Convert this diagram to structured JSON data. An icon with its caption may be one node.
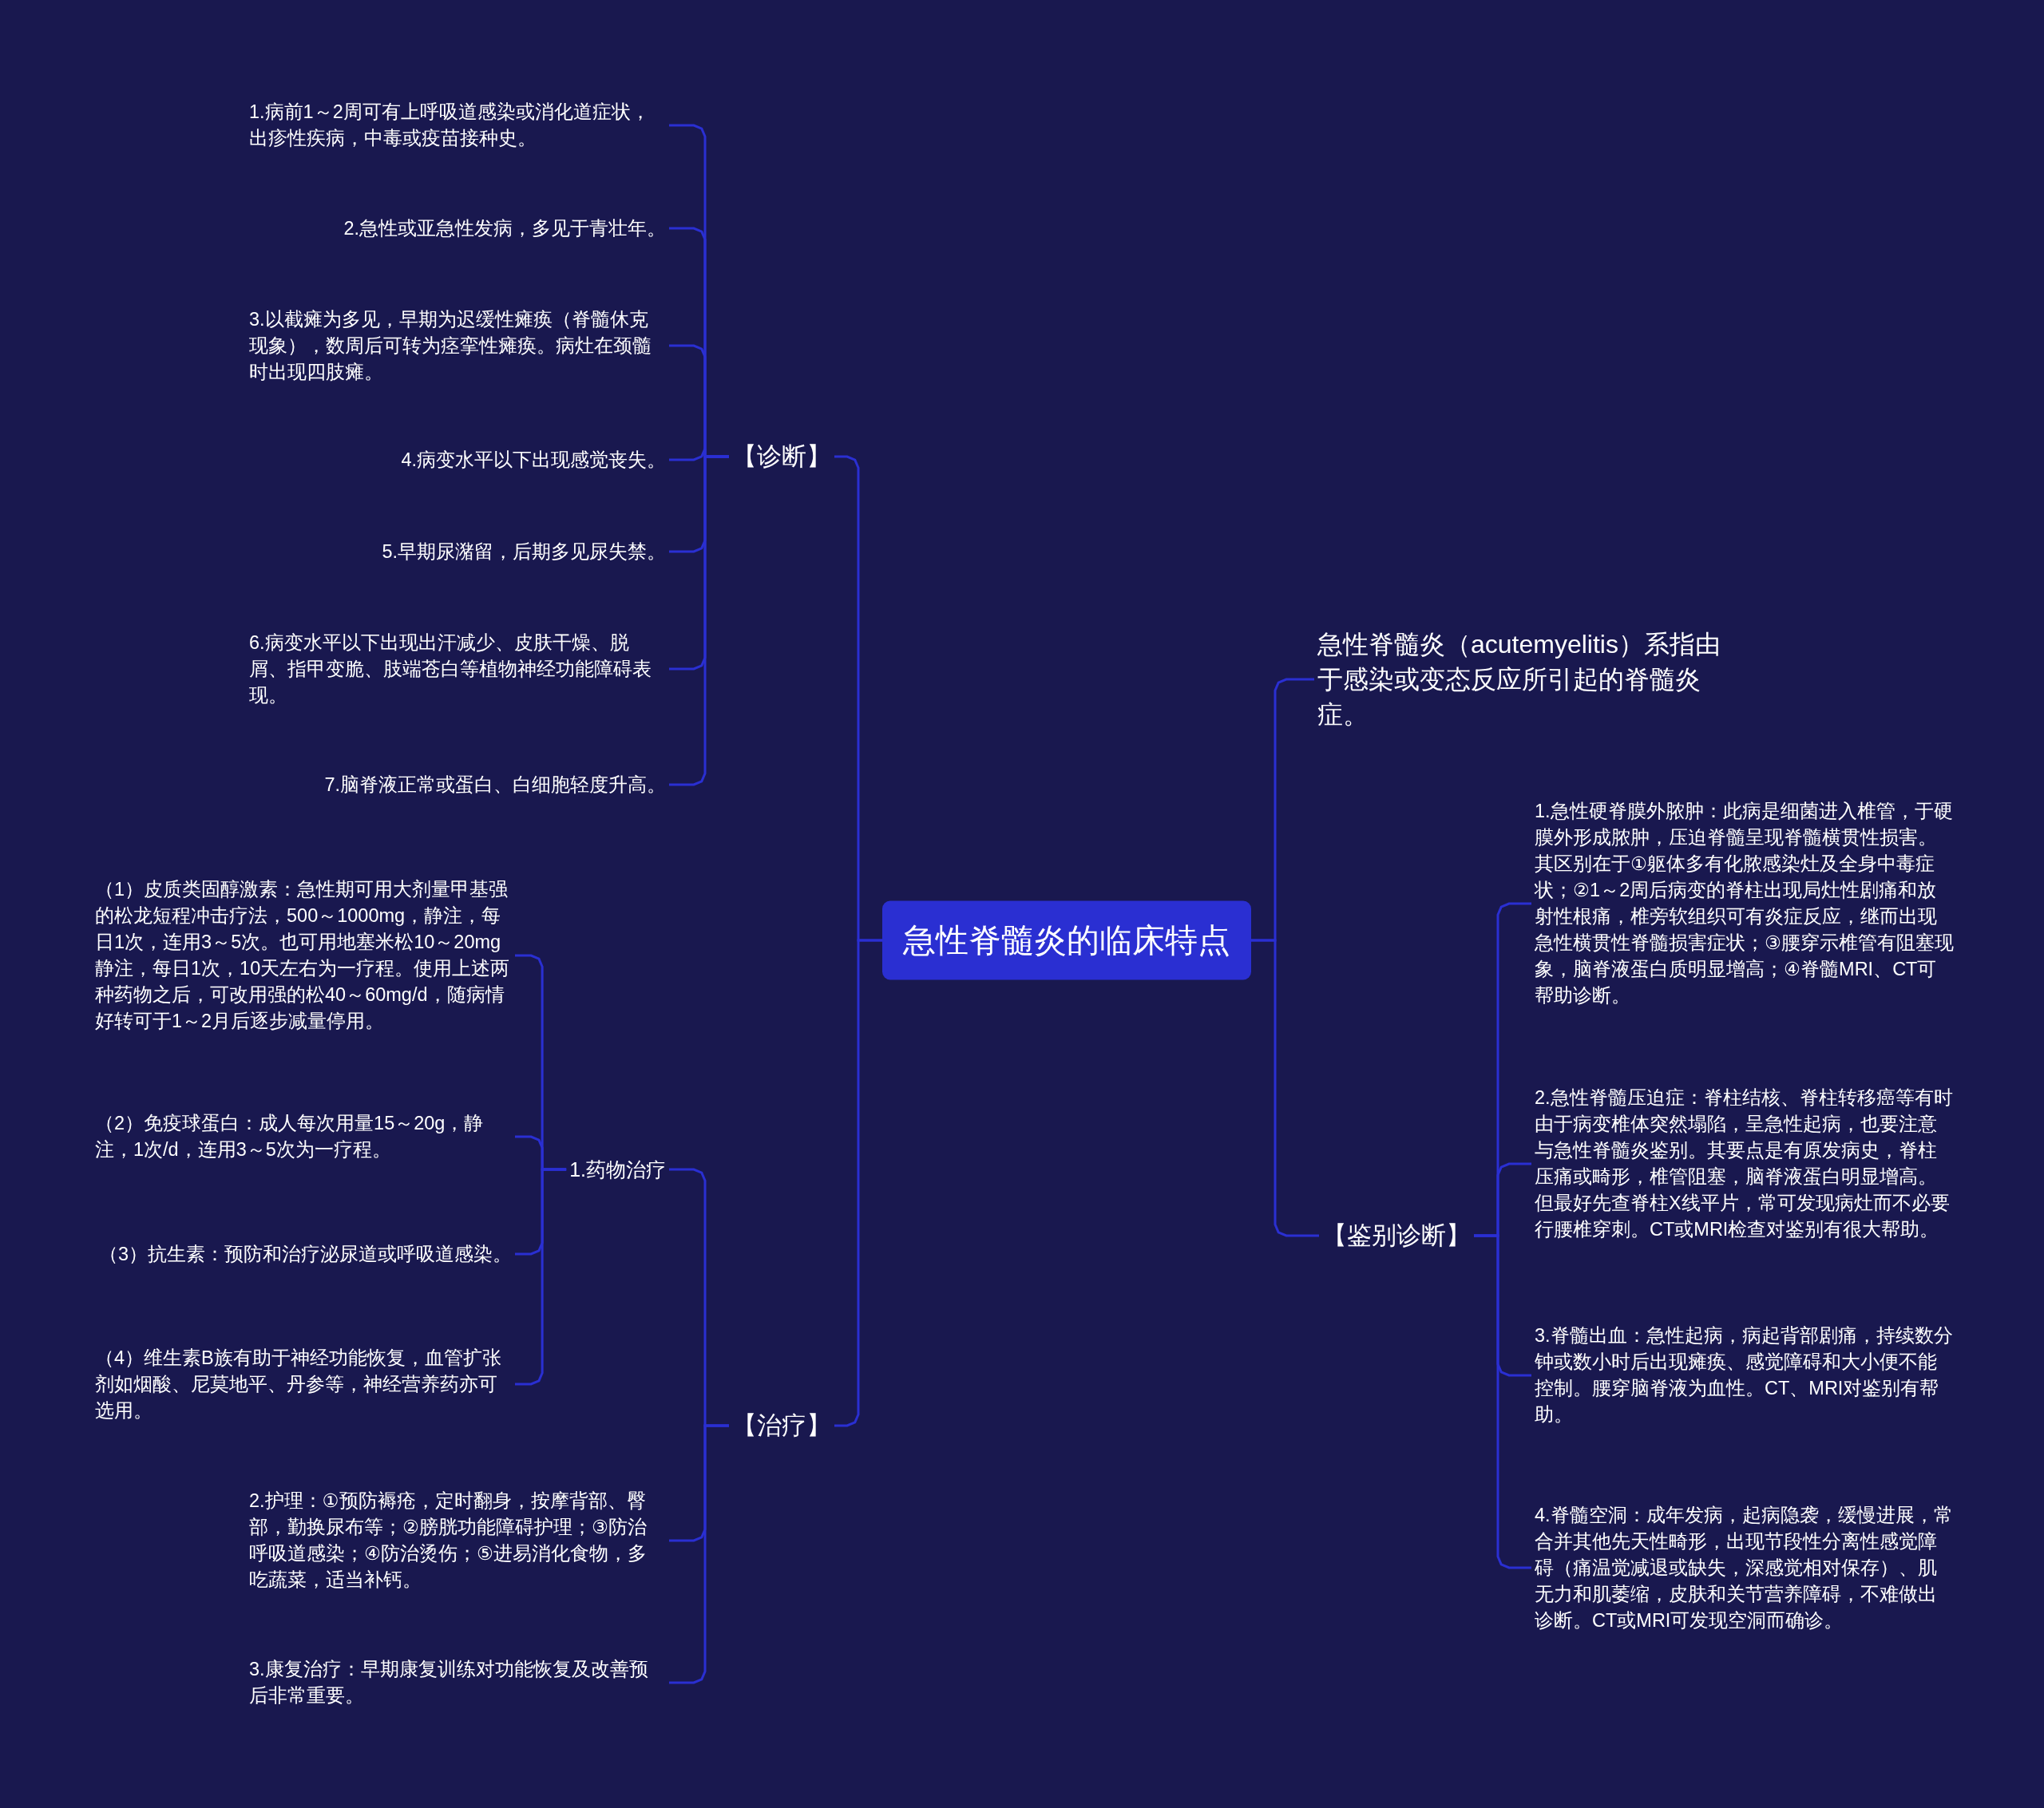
{
  "diagram": {
    "nodes": [
      {
        "text": [
          "急性脊髓炎的临床特点"
        ]
      },
      {
        "text": [
          "【诊断】"
        ]
      },
      {
        "text": [
          "1.病前1～2周可有上呼吸道感染或消化道症状，出疹性疾病，中毒或疫苗接种史。"
        ]
      },
      {
        "text": [
          "2.急性或亚急性发病，多见于青壮年。"
        ]
      },
      {
        "text": [
          "3.以截瘫为多见，早期为迟缓性瘫痪（脊髓休克现象），数周后可转为痉挛性瘫痪。病灶在颈髓时出现四肢瘫。"
        ]
      },
      {
        "text": [
          "4.病变水平以下出现感觉丧失。"
        ]
      },
      {
        "text": [
          "5.早期尿潴留，后期多见尿失禁。"
        ]
      },
      {
        "text": [
          "6.病变水平以下出现出汗减少、皮肤干燥、脱屑、指甲变脆、肢端苍白等植物神经功能障碍表现。"
        ]
      },
      {
        "text": [
          "7.脑脊液正常或蛋白、白细胞轻度升高。"
        ]
      },
      {
        "text": [
          "【治疗】"
        ]
      },
      {
        "text": [
          "1.药物治疗"
        ]
      },
      {
        "text": [
          "（1）皮质类固醇激素：急性期可用大剂量甲基强的松龙短程冲击疗法，500～1000mg，静注，每日1次，连用3～5次。也可用地塞米松10～20mg静注，每日1次，10天左右为一疗程。使用上述两种药物之后，可改用强的松40～60mg/d，随病情好转可于1～2月后逐步减量停用。"
        ]
      },
      {
        "text": [
          "（2）免疫球蛋白：成人每次用量15～20g，静注，1次/d，连用3～5次为一疗程。"
        ]
      },
      {
        "text": [
          "（3）抗生素：预防和治疗泌尿道或呼吸道感染。"
        ]
      },
      {
        "text": [
          "（4）维生素B族有助于神经功能恢复，血管扩张剂如烟酸、尼莫地平、丹参等，神经营养药亦可选用。"
        ]
      },
      {
        "text": [
          "2.护理：①预防褥疮，定时翻身，按摩背部、臀部，勤换尿布等；②膀胱功能障碍护理；③防治呼吸道感染；④防治烫伤；⑤进易消化食物，多吃蔬菜，适当补钙。"
        ]
      },
      {
        "text": [
          "3.康复治疗：早期康复训练对功能恢复及改善预后非常重要。"
        ]
      },
      {
        "text": [
          "急性脊髓炎（acutemyelitis）系指由于感染或变态反应所引起的脊髓炎症。"
        ]
      },
      {
        "text": [
          "【鉴别诊断】"
        ]
      },
      {
        "text": [
          "1.急性硬脊膜外脓肿：此病是细菌进入椎管，于硬膜外形成脓肿，压迫脊髓呈现脊髓横贯性损害。其区别在于①躯体多有化脓感染灶及全身中毒症状；②1～2周后病变的脊柱出现局灶性剧痛和放射性根痛，椎旁软组织可有炎症反应，继而出现急性横贯性脊髓损害症状；③腰穿示椎管有阻塞现象，脑脊液蛋白质明显增高；④脊髓MRI、CT可帮助诊断。"
        ]
      },
      {
        "text": [
          "2.急性脊髓压迫症：脊柱结核、脊柱转移癌等有时由于病变椎体突然塌陷，呈急性起病，也要注意与急性脊髓炎鉴别。其要点是有原发病史，脊柱压痛或畸形，椎管阻塞，脑脊液蛋白明显增高。但最好先查脊柱X线平片，常可发现病灶而不必要行腰椎穿刺。CT或MRI检查对鉴别有很大帮助。"
        ]
      },
      {
        "text": [
          "3.脊髓出血：急性起病，病起背部剧痛，持续数分钟或数小时后出现瘫痪、感觉障碍和大小便不能控制。腰穿脑脊液为血性。CT、MRI对鉴别有帮助。"
        ]
      },
      {
        "text": [
          "4.脊髓空洞：成年发病，起病隐袭，缓慢进展，常合并其他先天性畸形，出现节段性分离性感觉障碍（痛温觉减退或缺失，深感觉相对保存）、肌无力和肌萎缩，皮肤和关节营养障碍，不难做出诊断。CT或MRI可发现空洞而确诊。"
        ]
      }
    ],
    "edges": [
      {
        "from": 0,
        "to": 1,
        "arrow": "none"
      },
      {
        "from": 1,
        "to": 2,
        "arrow": "none"
      },
      {
        "from": 1,
        "to": 3,
        "arrow": "none"
      },
      {
        "from": 1,
        "to": 4,
        "arrow": "none"
      },
      {
        "from": 1,
        "to": 5,
        "arrow": "none"
      },
      {
        "from": 1,
        "to": 6,
        "arrow": "none"
      },
      {
        "from": 1,
        "to": 7,
        "arrow": "none"
      },
      {
        "from": 1,
        "to": 8,
        "arrow": "none"
      },
      {
        "from": 0,
        "to": 9,
        "arrow": "none"
      },
      {
        "from": 9,
        "to": 10,
        "arrow": "none"
      },
      {
        "from": 10,
        "to": 11,
        "arrow": "none"
      },
      {
        "from": 10,
        "to": 12,
        "arrow": "none"
      },
      {
        "from": 10,
        "to": 13,
        "arrow": "none"
      },
      {
        "from": 10,
        "to": 14,
        "arrow": "none"
      },
      {
        "from": 9,
        "to": 15,
        "arrow": "none"
      },
      {
        "from": 9,
        "to": 16,
        "arrow": "none"
      },
      {
        "from": 0,
        "to": 17,
        "arrow": "none"
      },
      {
        "from": 0,
        "to": 18,
        "arrow": "none"
      },
      {
        "from": 18,
        "to": 19,
        "arrow": "none"
      },
      {
        "from": 18,
        "to": 20,
        "arrow": "none"
      },
      {
        "from": 18,
        "to": 21,
        "arrow": "none"
      },
      {
        "from": 18,
        "to": 22,
        "arrow": "none"
      }
    ]
  }
}
